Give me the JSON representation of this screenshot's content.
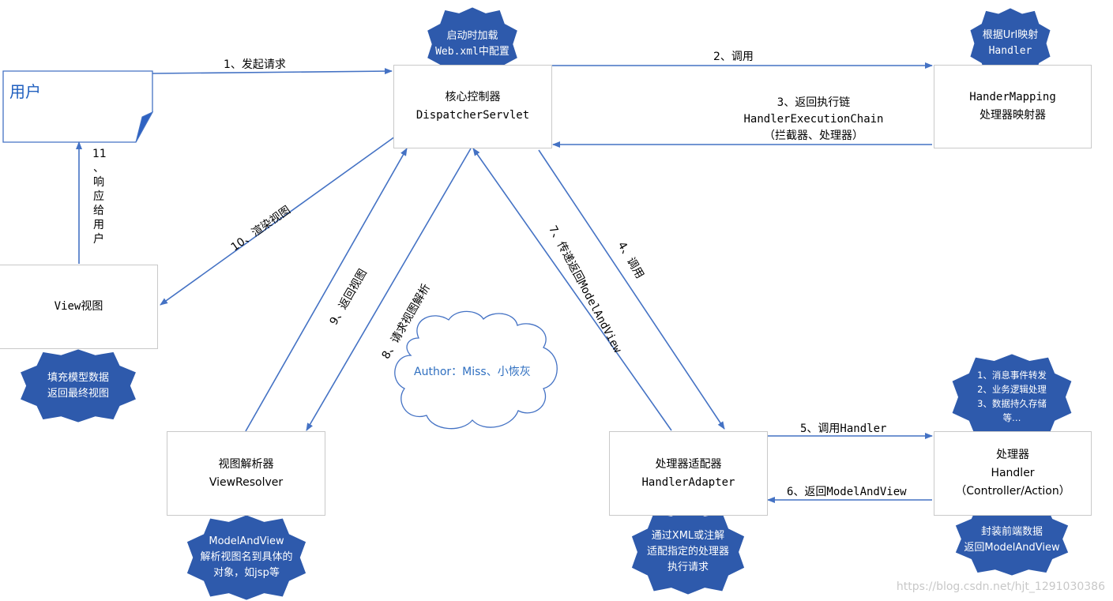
{
  "user": {
    "label": "用户"
  },
  "nodes": {
    "dispatcher": {
      "line1": "核心控制器",
      "line2": "DispatcherServlet"
    },
    "mapping": {
      "line1": "HanderMapping",
      "line2": "处理器映射器"
    },
    "view": {
      "line1": "View视图"
    },
    "resolver": {
      "line1": "视图解析器",
      "line2": "ViewResolver"
    },
    "adapter": {
      "line1": "处理器适配器",
      "line2": "HandlerAdapter"
    },
    "handler": {
      "line1": "处理器",
      "line2": "Handler",
      "line3": "（Controller/Action）"
    }
  },
  "bursts": {
    "startup": {
      "line1": "启动时加载",
      "line2": "Web.xml中配置"
    },
    "mapping_note": {
      "line1": "根据Url映射",
      "line2": "Handler"
    },
    "view_note": {
      "line1": "填充模型数据",
      "line2": "返回最终视图"
    },
    "resolver_note": {
      "line1": "ModelAndView",
      "line2": "解析视图名到具体的",
      "line3": "对象，如jsp等"
    },
    "adapter_note": {
      "line1": "通过XML或注解",
      "line2": "适配指定的处理器",
      "line3": "执行请求"
    },
    "handler_top_note": {
      "line1": "1、消息事件转发",
      "line2": "2、业务逻辑处理",
      "line3": "3、数据持久存储",
      "line4": "等…"
    },
    "handler_bottom_note": {
      "line1": "封装前端数据",
      "line2": "返回ModelAndView"
    }
  },
  "edges": {
    "e1": "1、发起请求",
    "e2": "2、调用",
    "e3": {
      "line1": "3、返回执行链",
      "line2": "HandlerExecutionChain",
      "line3": "（拦截器、处理器）"
    },
    "e4": "4、调用",
    "e5": "5、调用Handler",
    "e6": "6、返回ModelAndView",
    "e7": "7、传递返回ModelAndView",
    "e8": "8、请求视图解析",
    "e9": "9、返回视图",
    "e10": "10、渲染视图",
    "e11": [
      "11",
      "、",
      "响",
      "应",
      "给",
      "用",
      "户"
    ]
  },
  "cloud": {
    "text": "Author：Miss、小恢灰"
  },
  "watermark": "https://blog.csdn.net/hjt_1291030386",
  "colors": {
    "arrow": "#4472c4",
    "burst": "#2e5aac",
    "border": "#c9c9c9"
  }
}
